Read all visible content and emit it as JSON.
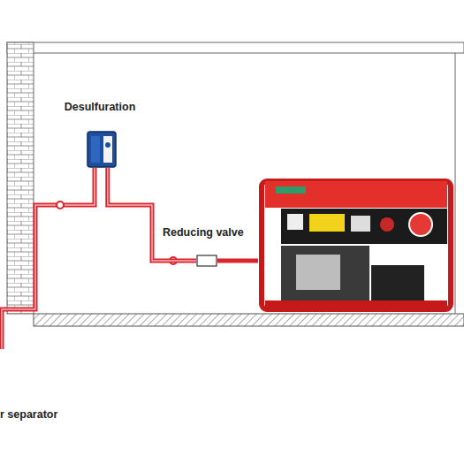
{
  "diagram": {
    "nodes": [
      {
        "text": [
          "Desulfuration"
        ]
      },
      {
        "text": [
          "Reducing valve"
        ]
      }
    ],
    "edges": [
      {
        "from": 0,
        "to": 1,
        "arrow": "none"
      }
    ],
    "labels": [
      "r separator"
    ]
  }
}
